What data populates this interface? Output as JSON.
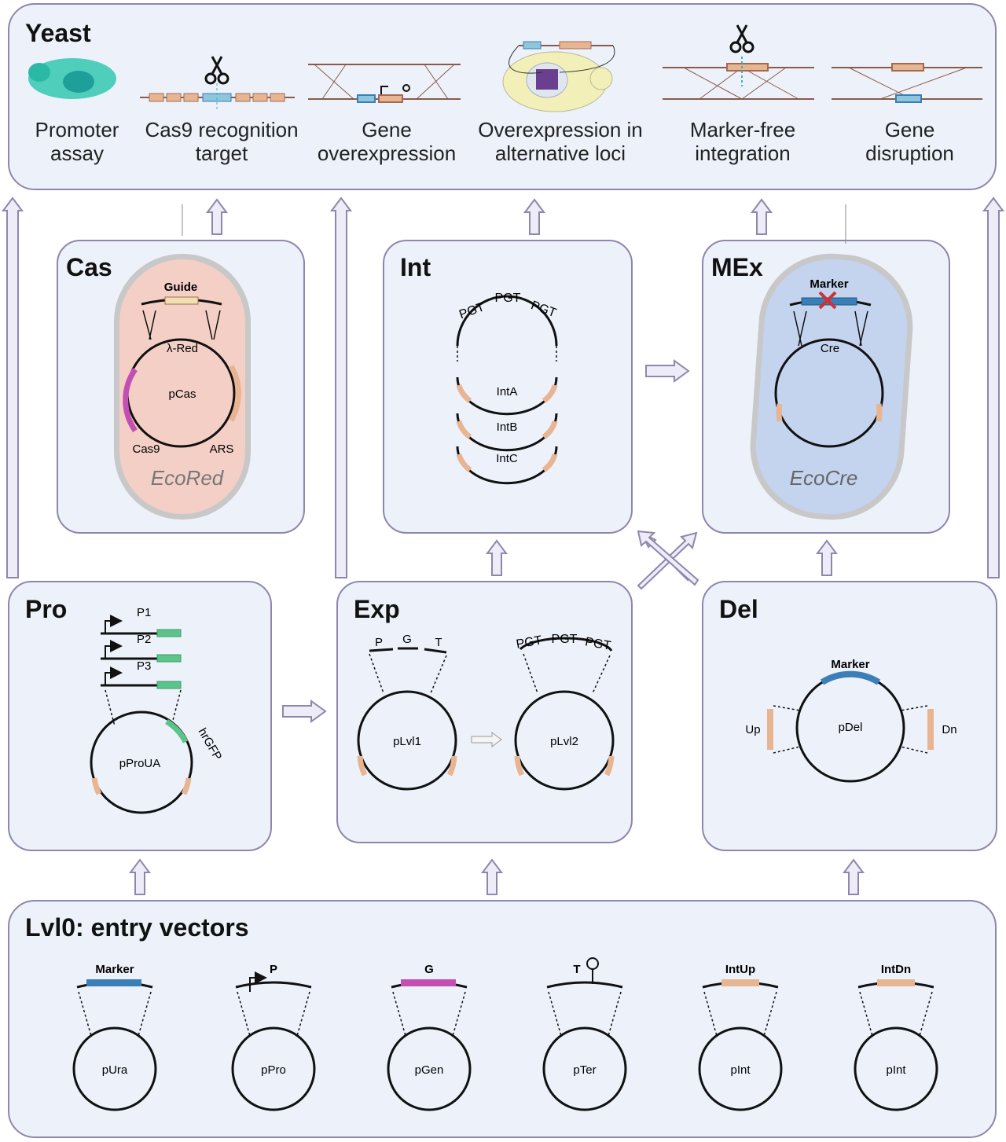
{
  "yeast": {
    "title": "Yeast",
    "items": [
      {
        "line1": "Promoter",
        "line2": "assay"
      },
      {
        "line1": "Cas9 recognition",
        "line2": "target"
      },
      {
        "line1": "Gene",
        "line2": "overexpression"
      },
      {
        "line1": "Overexpression in",
        "line2": "alternative loci"
      },
      {
        "line1": "Marker-free",
        "line2": "integration"
      },
      {
        "line1": "Gene",
        "line2": "disruption"
      }
    ]
  },
  "cas": {
    "title": "Cas",
    "guide": "Guide",
    "red": "λ-Red",
    "plasmid": "pCas",
    "cas9": "Cas9",
    "ars": "ARS",
    "strain": "EcoRed"
  },
  "int": {
    "title": "Int",
    "pgt": [
      "PGT",
      "PGT",
      "PGT"
    ],
    "rings": [
      "IntA",
      "IntB",
      "IntC"
    ]
  },
  "mex": {
    "title": "MEx",
    "marker": "Marker",
    "cre": "Cre",
    "strain": "EcoCre"
  },
  "pro": {
    "title": "Pro",
    "promoters": [
      "P1",
      "P2",
      "P3"
    ],
    "reporter": "hrGFP",
    "plasmid": "pProUA"
  },
  "exp": {
    "title": "Exp",
    "parts": [
      "P",
      "G",
      "T"
    ],
    "pgt": [
      "PGT",
      "PGT",
      "PGT"
    ],
    "plasmid1": "pLvl1",
    "plasmid2": "pLvl2"
  },
  "del": {
    "title": "Del",
    "marker": "Marker",
    "up": "Up",
    "dn": "Dn",
    "plasmid": "pDel"
  },
  "lvl0": {
    "title": "Lvl0: entry vectors",
    "vectors": [
      {
        "part": "Marker",
        "name": "pUra"
      },
      {
        "part": "P",
        "name": "pPro"
      },
      {
        "part": "G",
        "name": "pGen"
      },
      {
        "part": "T",
        "name": "pTer"
      },
      {
        "part": "IntUp",
        "name": "pInt"
      },
      {
        "part": "IntDn",
        "name": "pInt"
      }
    ]
  },
  "colors": {
    "panel_bg": "#edf1fa",
    "panel_border": "#8f86ad",
    "arrow_fill": "#eeecf7",
    "arrow_stroke": "#8f86ad",
    "cas_cell": "#f4cfc6",
    "mex_cell": "#c4d3ee",
    "marker": "#3a7fb5",
    "gene": "#c44fb3",
    "promoter_part": "#e8b593",
    "gfp": "#5cc48a"
  }
}
